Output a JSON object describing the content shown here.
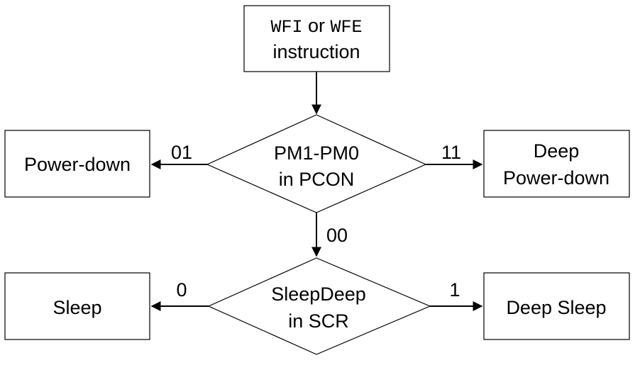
{
  "start": {
    "wfi": "WFI",
    "or": " or ",
    "wfe": "WFE",
    "instruction": "instruction"
  },
  "decision1": {
    "line1": "PM1-PM0",
    "line2": "in PCON"
  },
  "decision2": {
    "line1": "SleepDeep",
    "line2": "in SCR"
  },
  "states": {
    "power_down": "Power-down",
    "deep_power_down_line1": "Deep",
    "deep_power_down_line2": "Power-down",
    "sleep": "Sleep",
    "deep_sleep": "Deep Sleep"
  },
  "edges": {
    "pm_01": "01",
    "pm_11": "11",
    "pm_00": "00",
    "sd_0": "0",
    "sd_1": "1"
  }
}
